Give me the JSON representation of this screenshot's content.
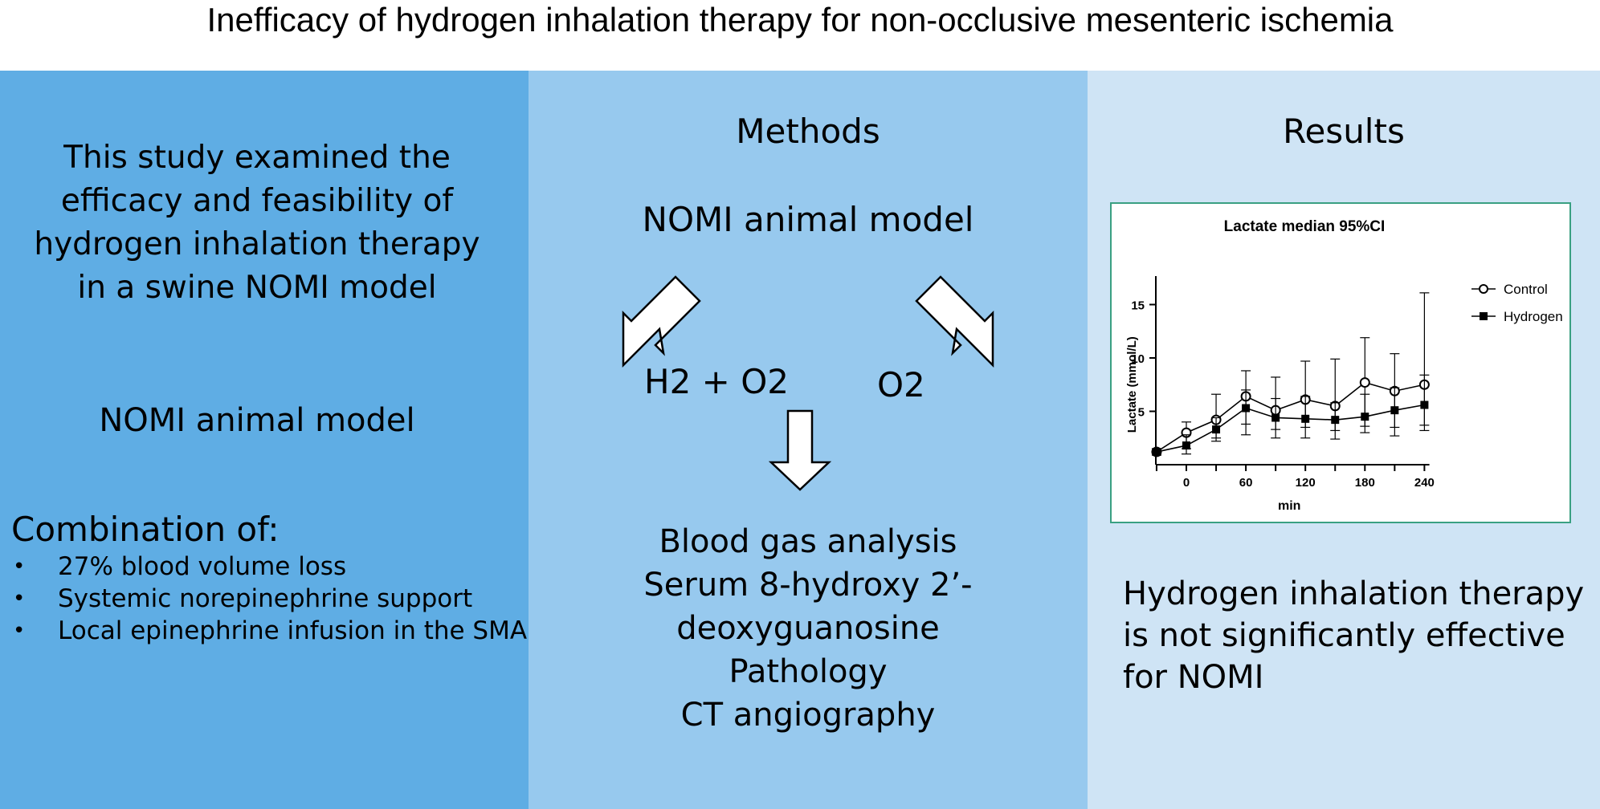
{
  "title": "Inefficacy of hydrogen inhalation therapy for non-occlusive mesenteric ischemia",
  "left": {
    "study_lines": [
      "This study examined the",
      "efficacy and feasibility of",
      "hydrogen inhalation therapy",
      "in a swine NOMI model"
    ],
    "model_label": "NOMI animal model",
    "combination_heading": "Combination of:",
    "bullets": [
      "27% blood volume loss",
      "Systemic norepinephrine support",
      "Local epinephrine infusion in the SMA"
    ]
  },
  "methods": {
    "title": "Methods",
    "model_label": "NOMI animal model",
    "arm_h2": "H2 + O2",
    "arm_o2": "O2",
    "measurements": [
      "Blood gas analysis",
      "Serum 8-hydroxy 2’-",
      "deoxyguanosine",
      "Pathology",
      "CT angiography"
    ]
  },
  "results": {
    "title": "Results",
    "conclusion_lines": [
      "Hydrogen inhalation therapy",
      "is not significantly effective",
      "for NOMI"
    ]
  },
  "chart_data": {
    "type": "line",
    "title": "Lactate median 95%CI",
    "xlabel": "min",
    "ylabel": "Lactate (mmol/L)",
    "x_ticks": [
      0,
      60,
      120,
      180,
      240
    ],
    "y_ticks": [
      5,
      10,
      15
    ],
    "xlim": [
      -30,
      245
    ],
    "ylim": [
      0,
      18
    ],
    "legend_position": "top-right",
    "series": [
      {
        "name": "Control",
        "marker": "open-circle",
        "x": [
          -30,
          0,
          30,
          60,
          90,
          120,
          150,
          180,
          210,
          240
        ],
        "y": [
          1.2,
          3.0,
          4.2,
          6.4,
          5.1,
          6.1,
          5.5,
          7.7,
          6.9,
          7.5
        ],
        "ci_low": [
          0.9,
          1.5,
          2.5,
          3.8,
          3.3,
          3.5,
          3.2,
          3.6,
          3.5,
          3.7
        ],
        "ci_high": [
          1.5,
          4.0,
          6.6,
          8.8,
          8.2,
          9.7,
          9.9,
          11.9,
          10.4,
          16.1
        ]
      },
      {
        "name": "Hydrogen",
        "marker": "filled-square",
        "x": [
          -30,
          0,
          30,
          60,
          90,
          120,
          150,
          180,
          210,
          240
        ],
        "y": [
          1.2,
          1.8,
          3.3,
          5.3,
          4.4,
          4.3,
          4.2,
          4.5,
          5.1,
          5.6
        ],
        "ci_low": [
          0.9,
          1.0,
          2.2,
          2.8,
          2.5,
          2.5,
          2.4,
          3.0,
          2.7,
          3.2
        ],
        "ci_high": [
          1.5,
          2.8,
          4.4,
          7.0,
          6.2,
          6.4,
          5.8,
          6.6,
          7.2,
          8.4
        ]
      }
    ]
  }
}
